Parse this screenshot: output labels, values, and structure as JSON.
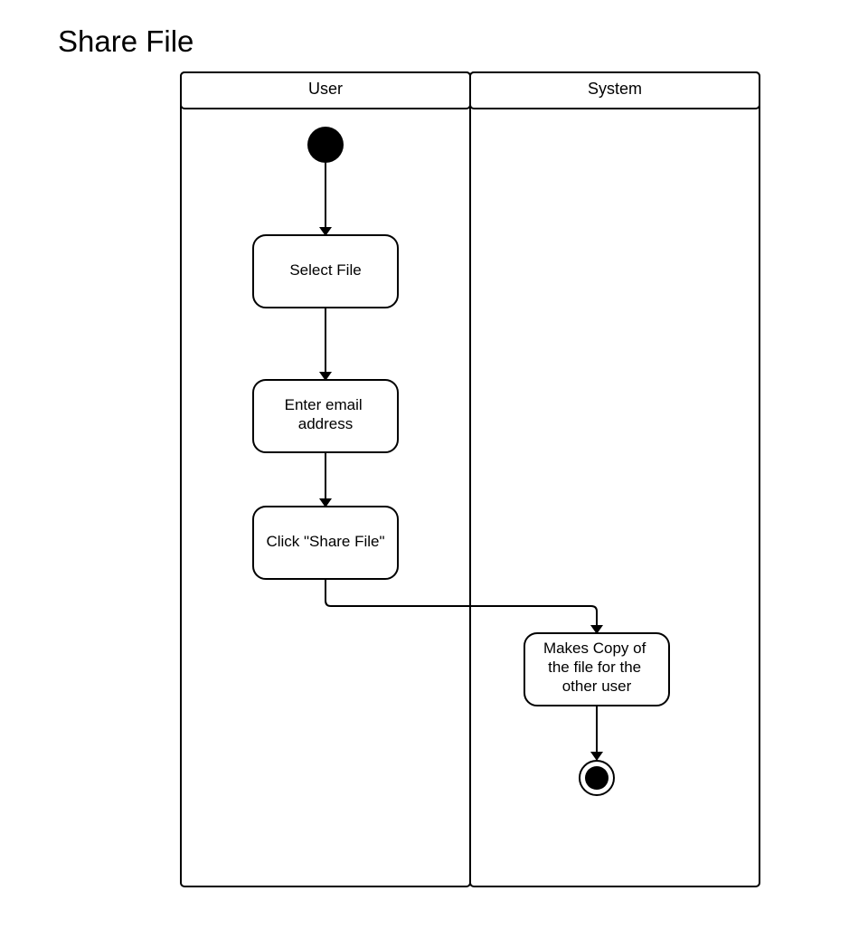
{
  "title": "Share File",
  "lanes": [
    {
      "label": "User"
    },
    {
      "label": "System"
    }
  ],
  "nodes": {
    "select_file": {
      "lines": [
        "Select File"
      ]
    },
    "enter_email": {
      "lines": [
        "Enter email",
        "address"
      ]
    },
    "click_share": {
      "lines": [
        "Click \"Share File\""
      ]
    },
    "makes_copy": {
      "lines": [
        "Makes Copy of",
        "the file for the",
        "other user"
      ]
    }
  },
  "colors": {
    "stroke": "#000000",
    "background": "#ffffff"
  }
}
